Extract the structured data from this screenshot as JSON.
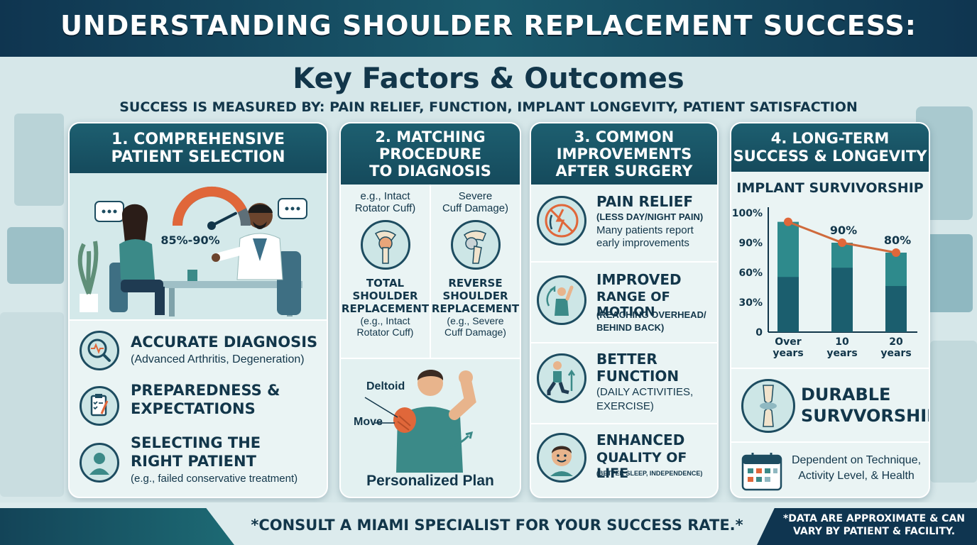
{
  "header": {
    "title": "UNDERSTANDING SHOULDER REPLACEMENT SUCCESS:",
    "subtitle": "Key Factors & Outcomes",
    "measure": "SUCCESS IS MEASURED BY: PAIN RELIEF, FUNCTION, IMPLANT LONGEVITY, PATIENT SATISFACTION"
  },
  "card1": {
    "title_line1": "1. COMPREHENSIVE",
    "title_line2": "PATIENT SELECTION",
    "gauge_label": "85%-90%",
    "gauge_fraction": 0.85,
    "items": [
      {
        "title1": "ACCURATE DIAGNOSIS",
        "title2": "",
        "note": "(Advanced Arthritis, Degeneration)",
        "icon": "magnifier-pulse-icon"
      },
      {
        "title1": "PREPAREDNESS &",
        "title2": "EXPECTATIONS",
        "note": "",
        "icon": "clipboard-pen-icon"
      },
      {
        "title1": "SELECTING THE",
        "title2": "RIGHT PATIENT",
        "note": "(e.g., failed conservative treatment)",
        "icon": "person-icon"
      }
    ]
  },
  "card2": {
    "title_line1": "2. MATCHING",
    "title_line2": "PROCEDURE",
    "title_line3": "TO DIAGNOSIS",
    "left": {
      "top1": "e.g., Intact",
      "top2": "Rotator Cuff)",
      "name1": "TOTAL",
      "name2": "SHOULDER",
      "name3": "REPLACEMENT",
      "note1": "(e.g., Intact",
      "note2": "Rotator Cuff)"
    },
    "right": {
      "top1": "Severe",
      "top2": "Cuff Damage)",
      "name1": "REVERSE",
      "name2": "SHOULDER",
      "name3": "REPLACEMENT",
      "note1": "(e.g., Severe",
      "note2": "Cuff Damage)"
    },
    "deltoid_label": "Deltoid",
    "move_label": "Move",
    "plan_label": "Personalized Plan"
  },
  "card3": {
    "title_line1": "3. COMMON",
    "title_line2": "IMPROVEMENTS",
    "title_line3": "AFTER SURGERY",
    "items": [
      {
        "title1": "PAIN RELIEF",
        "title2": "",
        "sub1": "(LESS DAY/NIGHT PAIN)",
        "sub2": "Many patients report",
        "sub3": "early improvements",
        "icon": "pain-bolt-icon"
      },
      {
        "title1": "IMPROVED",
        "title2": "RANGE OF MOTION",
        "sub1": "(REACHING OVERHEAD/",
        "sub2": "BEHIND BACK)",
        "sub3": "",
        "icon": "arm-rotation-icon"
      },
      {
        "title1": "BETTER",
        "title2": "FUNCTION",
        "sub1": "(DAILY ACTIVITIES,",
        "sub2": "EXERCISE)",
        "sub3": "",
        "icon": "lunge-exercise-icon"
      },
      {
        "title1": "ENHANCED",
        "title2": "QUALITY OF LIFE",
        "sub1": "(BETTER SLEEP, INDEPENDENCE)",
        "sub2": "",
        "sub3": "",
        "icon": "smiling-face-icon"
      }
    ]
  },
  "card4": {
    "title_line1": "4. LONG-TERM",
    "title_line2": "SUCCESS & LONGEVITY",
    "chart_title": "IMPLANT SURVIVORSHIP",
    "durable1": "DURABLE",
    "durable2": "SURVVORSHIP",
    "dependent1": "Dependent on Technique,",
    "dependent2": "Activity Level, & Health"
  },
  "chart_data": {
    "type": "bar",
    "title": "IMPLANT SURVIVORSHIP",
    "categories": [
      "Over years",
      "10 years",
      "20 years"
    ],
    "category_lines": [
      [
        "Over",
        "years"
      ],
      [
        "10",
        "years"
      ],
      [
        "20",
        "years"
      ]
    ],
    "y_tick_labels": [
      "0",
      "30%",
      "60%",
      "90%",
      "100%"
    ],
    "values": [
      97,
      90,
      80
    ],
    "dark_fraction": [
      0.5,
      0.72,
      0.58
    ],
    "line_points": [
      97,
      90,
      80
    ],
    "data_labels": [
      "",
      "90%",
      "80%"
    ],
    "colors": {
      "bar": "#2e8a8c",
      "bar_dark": "#1b5e6e",
      "line": "#cf6a3c",
      "dot": "#e0673a"
    }
  },
  "footer": {
    "consult": "*CONSULT A MIAMI SPECIALIST FOR YOUR SUCCESS RATE.*",
    "disclaimer1": "*DATA ARE APPROXIMATE & CAN",
    "disclaimer2": "VARY BY PATIENT & FACILITY."
  },
  "colors": {
    "navy": "#12364a",
    "teal": "#1d5f70",
    "orange": "#e0673a",
    "card_bg": "#eaf4f4"
  }
}
